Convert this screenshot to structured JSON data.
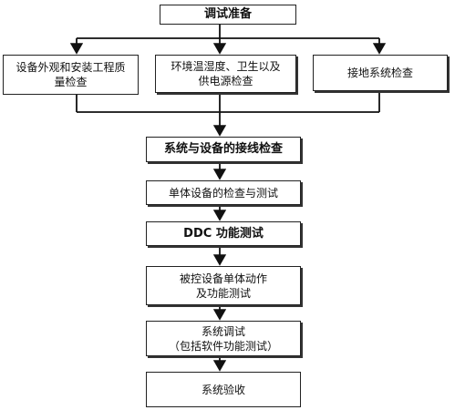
{
  "diagram": {
    "nodes": {
      "prep": "调试准备",
      "inspect_install": "设备外观和安装工程质\n量检查",
      "env_check": "环境温湿度、卫生以及\n供电源检查",
      "ground_check": "接地系统检查",
      "wiring_check": "系统与设备的接线检查",
      "unit_test": "单体设备的检查与测试",
      "ddc_test": "DDC 功能测试",
      "controlled_test": "被控设备单体动作\n及功能测试",
      "system_debug": "系统调试\n（包括软件功能测试）",
      "acceptance": "系统验收"
    }
  }
}
